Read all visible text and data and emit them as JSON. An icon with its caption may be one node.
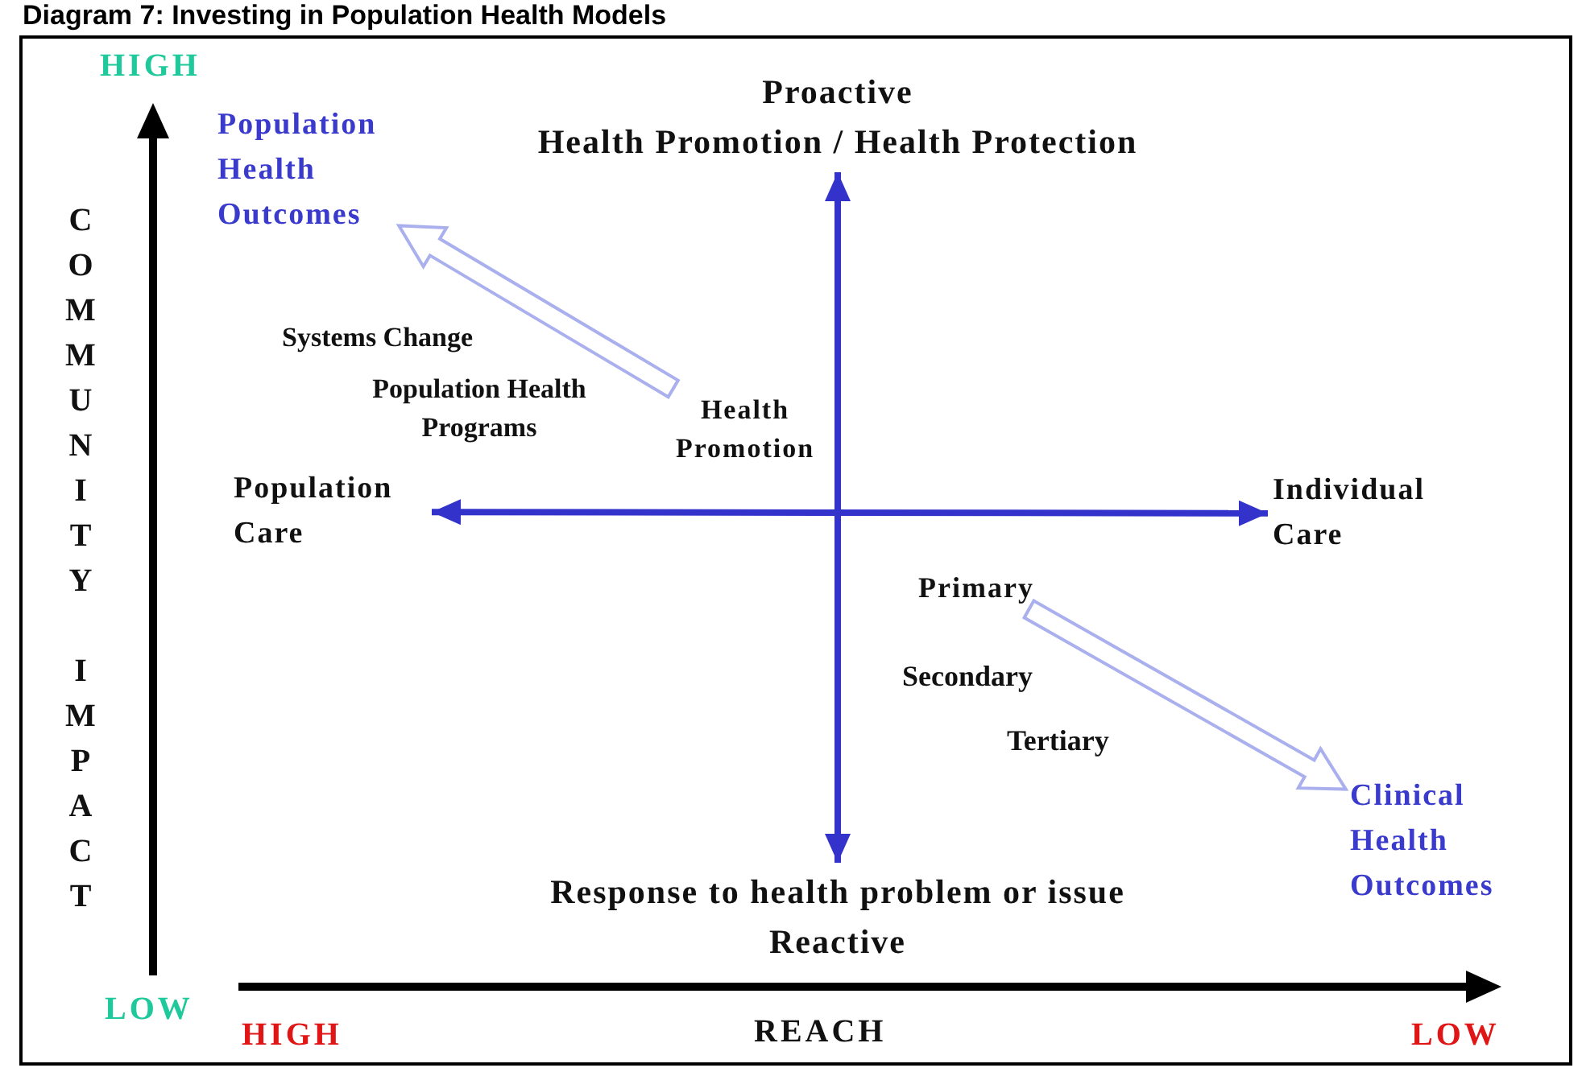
{
  "diagram": {
    "title": "Diagram 7: Investing in Population Health Models",
    "nodes": [
      {
        "text": [
          "Proactive",
          "Health Promotion / Health Protection"
        ]
      },
      {
        "text": [
          "Population Health Outcomes"
        ]
      },
      {
        "text": [
          "Health Promotion"
        ]
      },
      {
        "text": [
          "Population Care"
        ]
      },
      {
        "text": [
          "Individual Care"
        ]
      },
      {
        "text": [
          "Primary"
        ]
      },
      {
        "text": [
          "Clinical Health Outcomes"
        ]
      },
      {
        "text": [
          "Response to health problem or issue",
          "Reactive"
        ]
      }
    ],
    "edges": [
      {
        "from": 7,
        "to": 0,
        "arrow": "both"
      },
      {
        "from": 3,
        "to": 4,
        "arrow": "both"
      },
      {
        "from": 2,
        "to": 1,
        "arrow": "to",
        "style": "thick",
        "color": "#aab0ee"
      },
      {
        "from": 5,
        "to": 6,
        "arrow": "to",
        "style": "thick",
        "color": "#aab0ee"
      }
    ],
    "labels": [
      "HIGH",
      "COMMUNITY IMPACT",
      "Systems Change",
      "Population Health Programs",
      "Secondary",
      "Tertiary",
      "LOW",
      "HIGH",
      "REACH",
      "LOW"
    ]
  }
}
